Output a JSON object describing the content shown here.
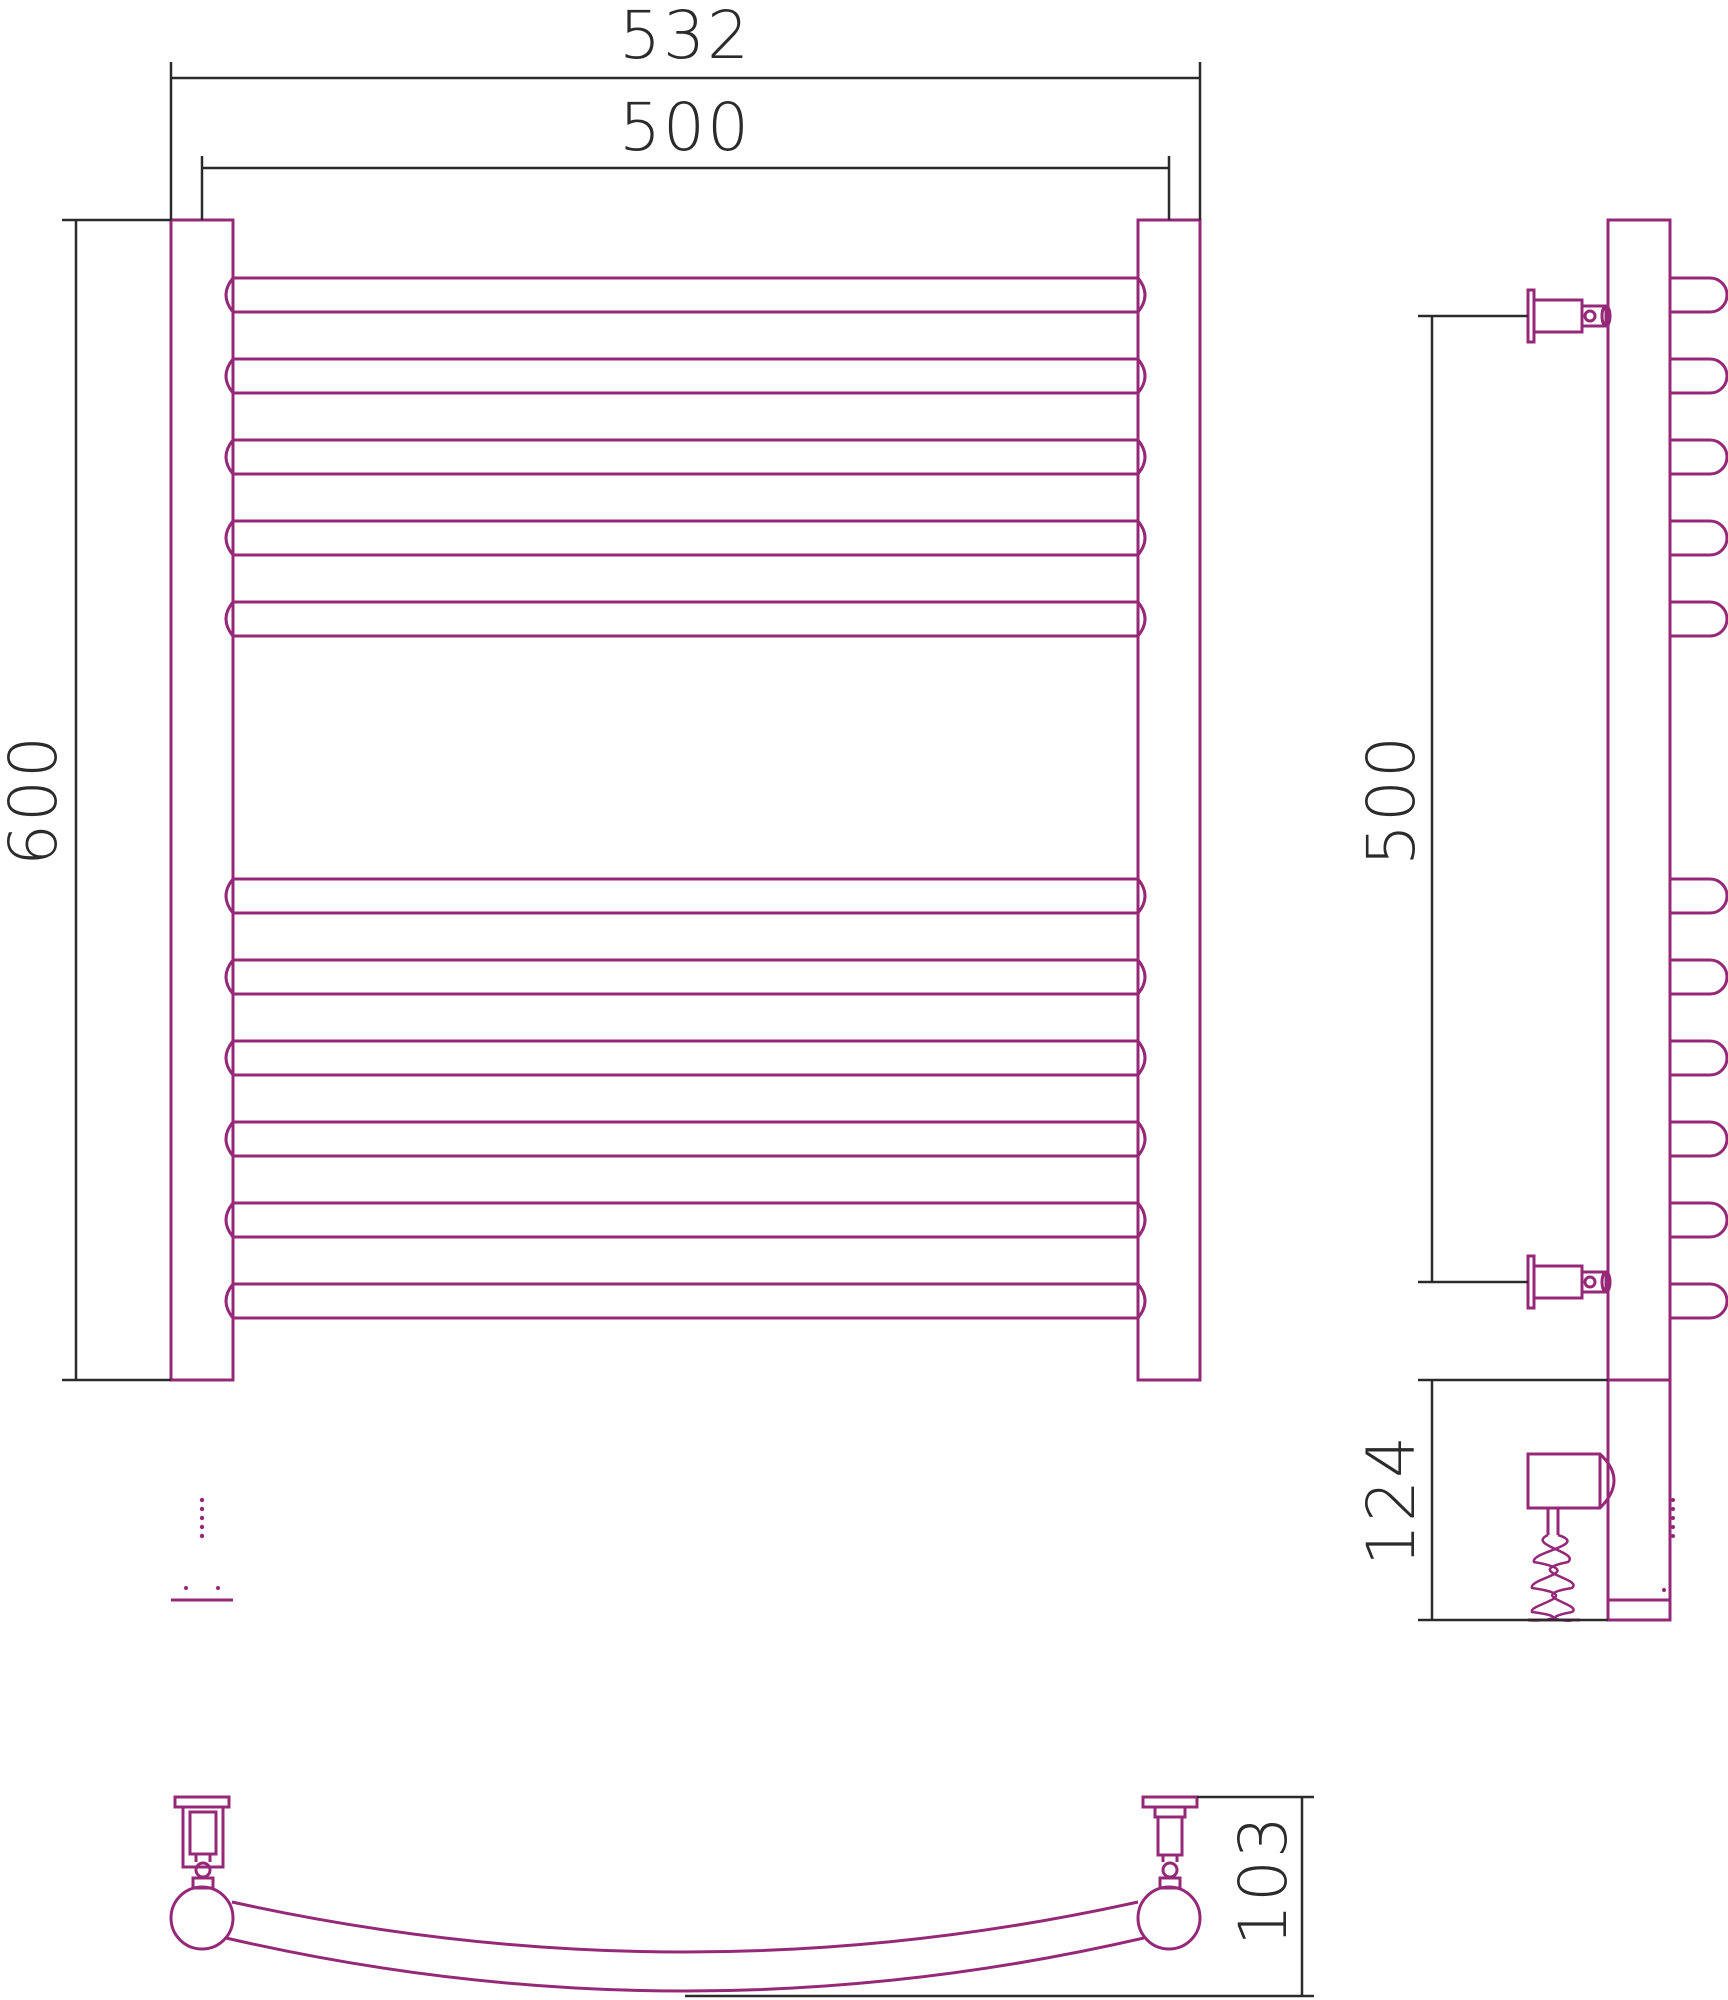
{
  "colors": {
    "outline": "#962878",
    "dimension": "#2b2b2b",
    "background": "#ffffff"
  },
  "front_view": {
    "overall_width": "532",
    "center_width": "500",
    "height": "600",
    "rungs_upper": 5,
    "rungs_lower": 6
  },
  "side_view": {
    "mount_spacing": "500",
    "heater_extension": "124"
  },
  "top_view": {
    "depth": "103"
  }
}
